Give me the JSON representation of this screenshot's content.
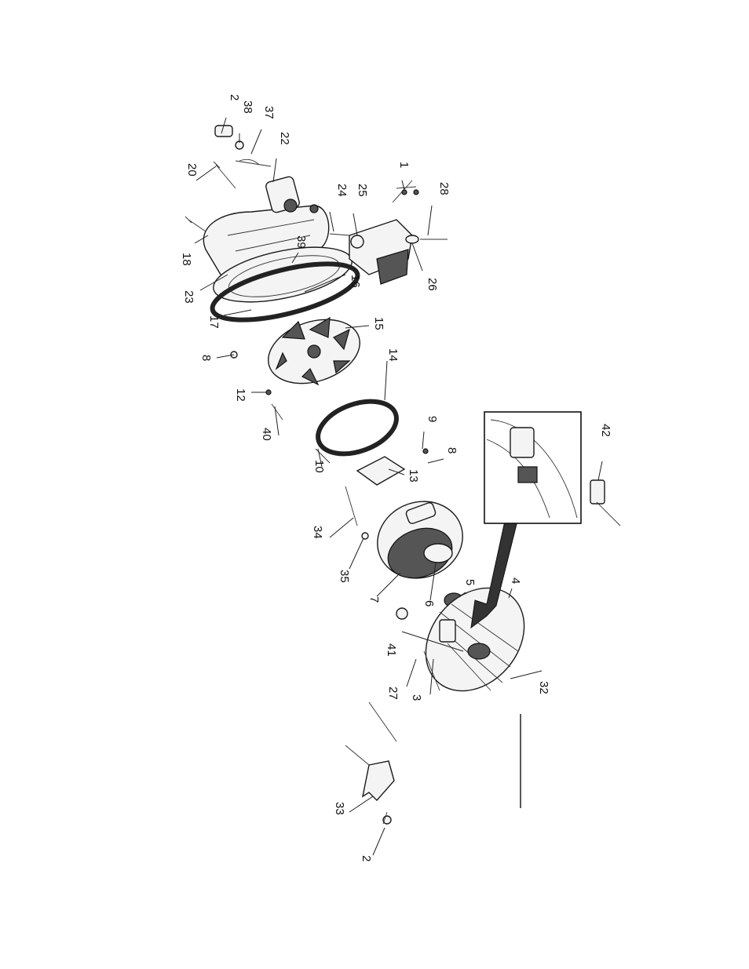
{
  "diagram": {
    "part_labels": [
      "2",
      "38",
      "37",
      "22",
      "20",
      "24",
      "25",
      "1",
      "28",
      "26",
      "18",
      "23",
      "39",
      "16",
      "17",
      "8",
      "15",
      "14",
      "12",
      "40",
      "9",
      "8",
      "10",
      "13",
      "34",
      "35",
      "7",
      "6",
      "5",
      "4",
      "42",
      "41",
      "27",
      "3",
      "32",
      "33",
      "2"
    ]
  }
}
